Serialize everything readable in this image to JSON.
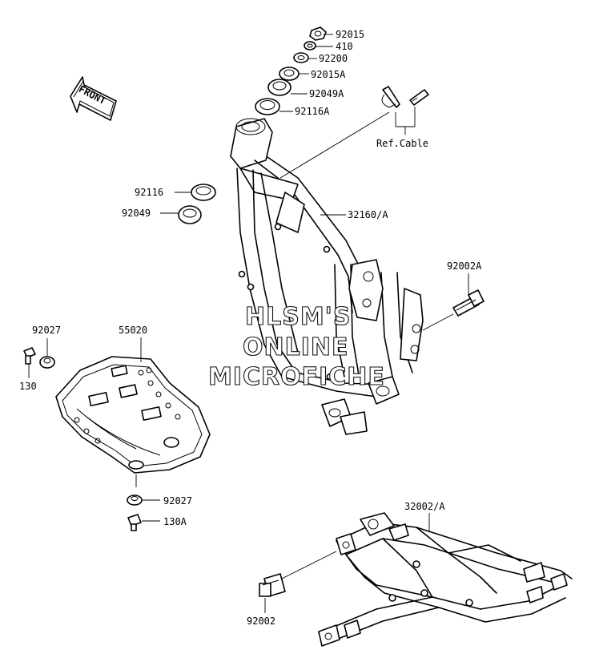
{
  "front_arrow": {
    "label": "FRONT"
  },
  "labels": {
    "p92015": "92015",
    "p410": "410",
    "p92200": "92200",
    "p92015A": "92015A",
    "p92049A": "92049A",
    "p92116A": "92116A",
    "ref_cable": "Ref.Cable",
    "p92116": "92116",
    "p92049": "92049",
    "p32160A": "32160/A",
    "p92002A": "92002A",
    "p92027_top": "92027",
    "p55020": "55020",
    "p130": "130",
    "p92027_bottom": "92027",
    "p130A": "130A",
    "p32002A": "32002/A",
    "p92002": "92002"
  },
  "watermark": {
    "line1": "HLSM'S",
    "line2": "ONLINE",
    "line3": "MICROFICHE"
  }
}
